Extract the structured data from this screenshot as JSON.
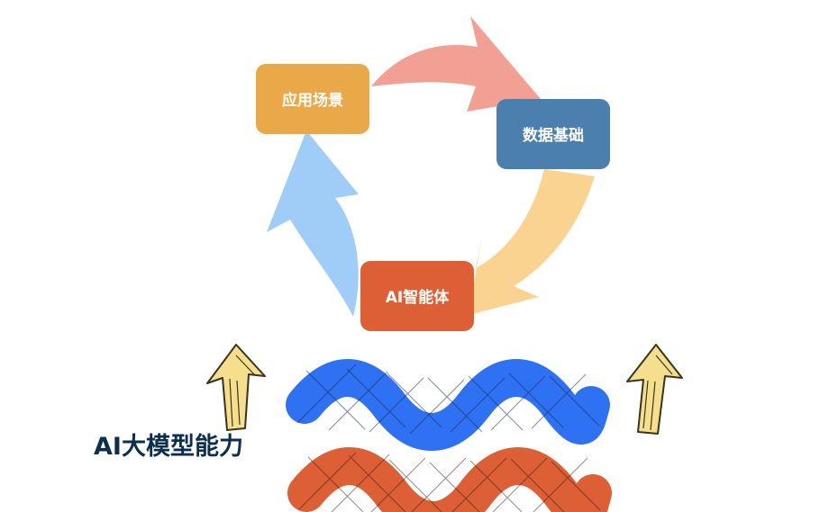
{
  "cycle": {
    "nodes": [
      {
        "id": "scenario",
        "label": "应用场景",
        "color": "#e9a949"
      },
      {
        "id": "data",
        "label": "数据基础",
        "color": "#4a7fae"
      },
      {
        "id": "agent",
        "label": "AI智能体",
        "color": "#dc5f36"
      }
    ],
    "arrows": [
      {
        "from": "scenario",
        "to": "data",
        "color": "#f1a093"
      },
      {
        "from": "data",
        "to": "agent",
        "color": "#f9d38f"
      },
      {
        "from": "agent",
        "to": "scenario",
        "color": "#9fcdf7"
      }
    ]
  },
  "foundation": {
    "label": "AI大模型能力",
    "waves": [
      {
        "name": "upper-wave",
        "color": "#2e71f3"
      },
      {
        "name": "lower-wave",
        "color": "#dc5f36"
      }
    ],
    "arrow_color": "#f5df8c"
  }
}
